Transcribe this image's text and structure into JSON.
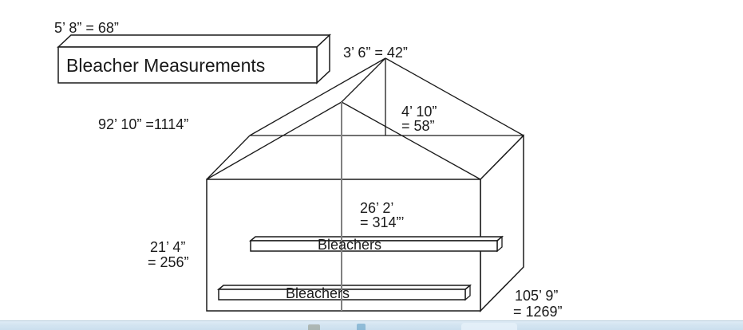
{
  "diagram": {
    "legend": {
      "width_label": "5’ 8” = 68”",
      "title": "Bleacher Measurements",
      "length_label": "92’ 10” =1114”"
    },
    "roof": {
      "ridge_offset_label": "3’ 6” = 42”",
      "peak_height_line1": "4’ 10”",
      "peak_height_line2": "= 58”"
    },
    "building": {
      "center_height_line1": "26’ 2’",
      "center_height_line2": "= 314”’",
      "wall_height_line1": "21’ 4”",
      "wall_height_line2": "= 256”",
      "depth_line1": "105’ 9”",
      "depth_line2": "= 1269”"
    },
    "bleachers": {
      "upper_label": "Bleachers",
      "lower_label": "Bleachers"
    }
  },
  "colors": {
    "line": "#1a1a1a",
    "shade_gray": "#c6c6c6",
    "center_line_gray": "#808080",
    "taskbar_blue": "#cbdfee"
  }
}
